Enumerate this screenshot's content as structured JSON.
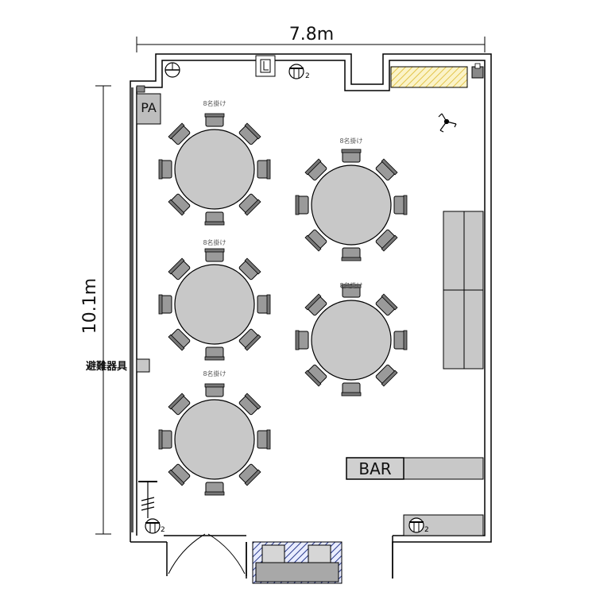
{
  "dimensions": {
    "width_label": "7.8m",
    "height_label": "10.1m"
  },
  "labels": {
    "pa": "PA",
    "bar": "BAR",
    "evacuation": "避難器具",
    "outlet_a": "2",
    "outlet_b": "2",
    "outlet_c": "2"
  },
  "tables": [
    {
      "caption": "8名掛け"
    },
    {
      "caption": "8名掛け"
    },
    {
      "caption": "8名掛け"
    },
    {
      "caption": "8名掛け"
    },
    {
      "caption": "8名掛け"
    }
  ],
  "colors": {
    "table": "#c8c8c8",
    "chair": "#9a9a9a",
    "wall": "#000000",
    "storage": "#f3e6a2",
    "hatch": "#2b3b8c"
  }
}
